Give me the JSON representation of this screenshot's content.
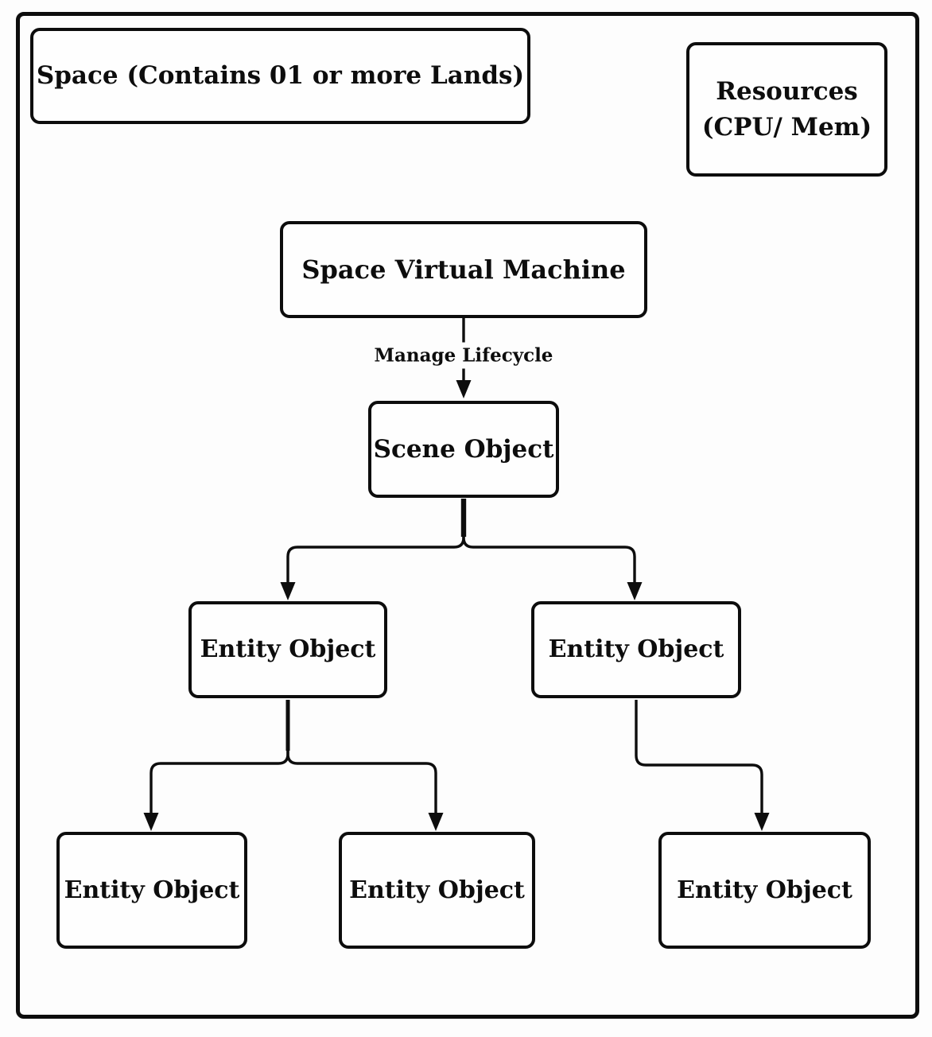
{
  "diagram": {
    "container": {
      "label": "Space (Contains 01 or more Lands)"
    },
    "resources_box": {
      "line1": "Resources",
      "line2": "(CPU/ Mem)"
    },
    "nodes": {
      "svm": "Space Virtual Machine",
      "scene": "Scene Object",
      "entity_left": "Entity Object",
      "entity_right": "Entity Object",
      "entity_bottom_left": "Entity Object",
      "entity_bottom_middle": "Entity Object",
      "entity_bottom_right": "Entity Object"
    },
    "edge_labels": {
      "manage_lifecycle": "Manage Lifecycle"
    },
    "edges": [
      {
        "from": "Space Virtual Machine",
        "to": "Scene Object",
        "label": "Manage Lifecycle"
      },
      {
        "from": "Scene Object",
        "to": "Entity Object (left)",
        "label": ""
      },
      {
        "from": "Scene Object",
        "to": "Entity Object (right)",
        "label": ""
      },
      {
        "from": "Entity Object (left)",
        "to": "Entity Object (bottom-left)",
        "label": ""
      },
      {
        "from": "Entity Object (left)",
        "to": "Entity Object (bottom-middle)",
        "label": ""
      },
      {
        "from": "Entity Object (right)",
        "to": "Entity Object (bottom-right)",
        "label": ""
      }
    ],
    "colors": {
      "ink": "#0d0d0d",
      "background": "#fdfdfd",
      "node_fill": "#fefefe"
    }
  }
}
